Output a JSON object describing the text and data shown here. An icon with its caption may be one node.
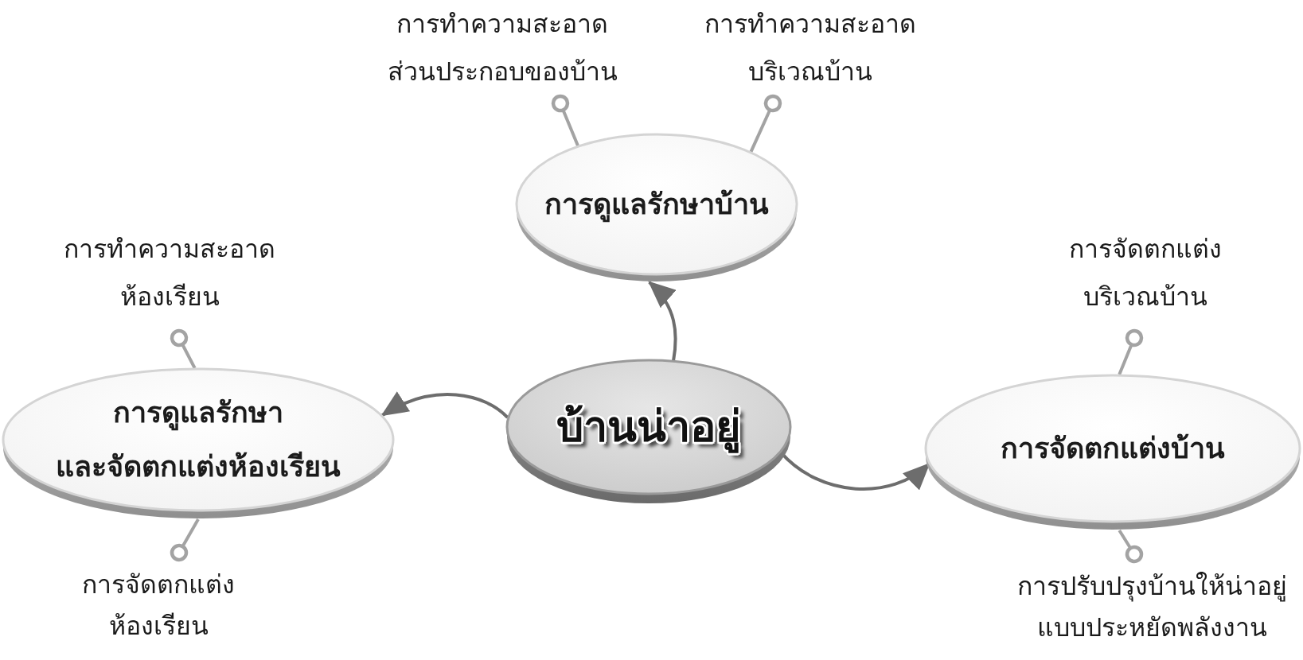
{
  "diagram": {
    "nodes": [
      {
        "text": [
          "การทำความสะอาดส่วนประกอบของบ้าน"
        ]
      },
      {
        "text": [
          "การทำความสะอาดบริเวณบ้าน"
        ]
      },
      {
        "text": [
          "การดูแลรักษาบ้าน"
        ]
      },
      {
        "text": [
          "การทำความสะอาดห้องเรียน"
        ]
      },
      {
        "text": [
          "การจัดตกแต่งบริเวณบ้าน"
        ]
      },
      {
        "text": [
          "การดูแลรักษาและจัดตกแต่งห้องเรียน"
        ]
      },
      {
        "text": [
          "บ้านน่าอยู่"
        ]
      },
      {
        "text": [
          "การจัดตกแต่งบ้าน"
        ]
      },
      {
        "text": [
          "การจัดตกแต่งห้องเรียน"
        ]
      },
      {
        "text": [
          "การปรับปรุงบ้านให้น่าอยู่แบบประหยัดพลังงาน"
        ]
      }
    ],
    "edges": [
      {
        "from": 6,
        "to": 2,
        "arrow": "to",
        "color": "#6d6d6d"
      },
      {
        "from": 6,
        "to": 5,
        "arrow": "to",
        "color": "#6d6d6d"
      },
      {
        "from": 6,
        "to": 7,
        "arrow": "to",
        "color": "#6d6d6d"
      },
      {
        "from": 2,
        "to": 0,
        "arrow": "other"
      },
      {
        "from": 2,
        "to": 1,
        "arrow": "other"
      },
      {
        "from": 5,
        "to": 3,
        "arrow": "other"
      },
      {
        "from": 5,
        "to": 8,
        "arrow": "other"
      },
      {
        "from": 7,
        "to": 4,
        "arrow": "other"
      },
      {
        "from": 7,
        "to": 9,
        "arrow": "other"
      }
    ]
  }
}
